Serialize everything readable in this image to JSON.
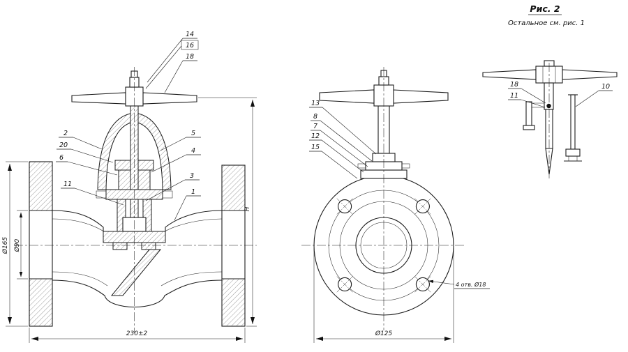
{
  "header": {
    "figure_label": "Рис. 2",
    "note": "Остальное  см.  рис.  1"
  },
  "section_view": {
    "callouts": {
      "c14": "14",
      "c16": "16",
      "c18": "18",
      "c2": "2",
      "c20": "20",
      "c6": "6",
      "c11": "11",
      "c5": "5",
      "c4": "4",
      "c3": "3",
      "c1": "1"
    },
    "dimensions": {
      "length": "230±2",
      "height": "H",
      "flange_dia": "Ø165",
      "bore_dia": "Ø90"
    }
  },
  "front_view": {
    "callouts": {
      "c13": "13",
      "c8": "8",
      "c7": "7",
      "c12": "12",
      "c15": "15"
    },
    "dimensions": {
      "flange_dia": "Ø125",
      "holes_note": "4 отв. Ø18"
    }
  },
  "detail_view": {
    "callouts": {
      "c18": "18",
      "c11": "11",
      "c10": "10"
    }
  }
}
